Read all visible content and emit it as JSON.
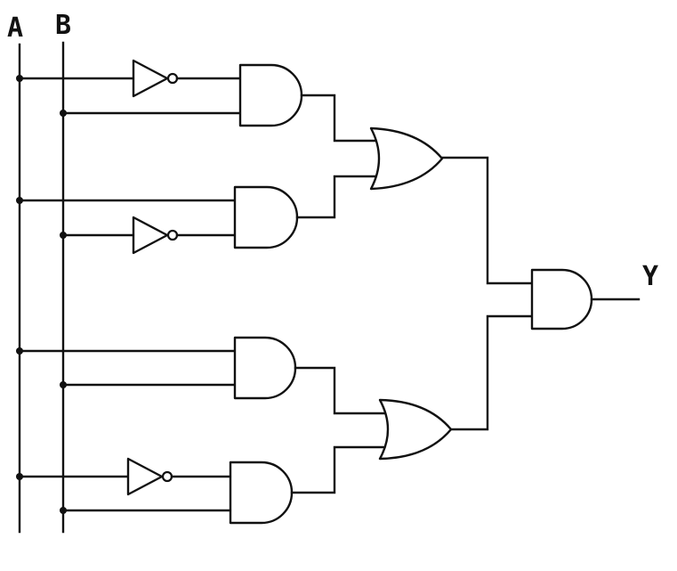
{
  "diagram": {
    "type": "logic-circuit",
    "inputs": [
      {
        "id": "A",
        "label": "A"
      },
      {
        "id": "B",
        "label": "B"
      }
    ],
    "output": {
      "id": "Y",
      "label": "Y"
    },
    "gates": [
      {
        "id": "not1",
        "type": "NOT",
        "input": "A"
      },
      {
        "id": "and1",
        "type": "AND",
        "inputs": [
          "not1",
          "B"
        ]
      },
      {
        "id": "and2",
        "type": "AND",
        "inputs": [
          "A",
          "not2"
        ]
      },
      {
        "id": "not2",
        "type": "NOT",
        "input": "B"
      },
      {
        "id": "or1",
        "type": "OR",
        "inputs": [
          "and1",
          "and2"
        ]
      },
      {
        "id": "and3",
        "type": "AND",
        "inputs": [
          "A",
          "B"
        ]
      },
      {
        "id": "not3",
        "type": "NOT",
        "input": "A"
      },
      {
        "id": "and4",
        "type": "AND",
        "inputs": [
          "not3",
          "B"
        ]
      },
      {
        "id": "or2",
        "type": "OR",
        "inputs": [
          "and3",
          "and4"
        ]
      },
      {
        "id": "and5",
        "type": "AND",
        "inputs": [
          "or1",
          "or2"
        ]
      }
    ],
    "colors": {
      "ink": "#111111",
      "background": "#ffffff"
    }
  }
}
